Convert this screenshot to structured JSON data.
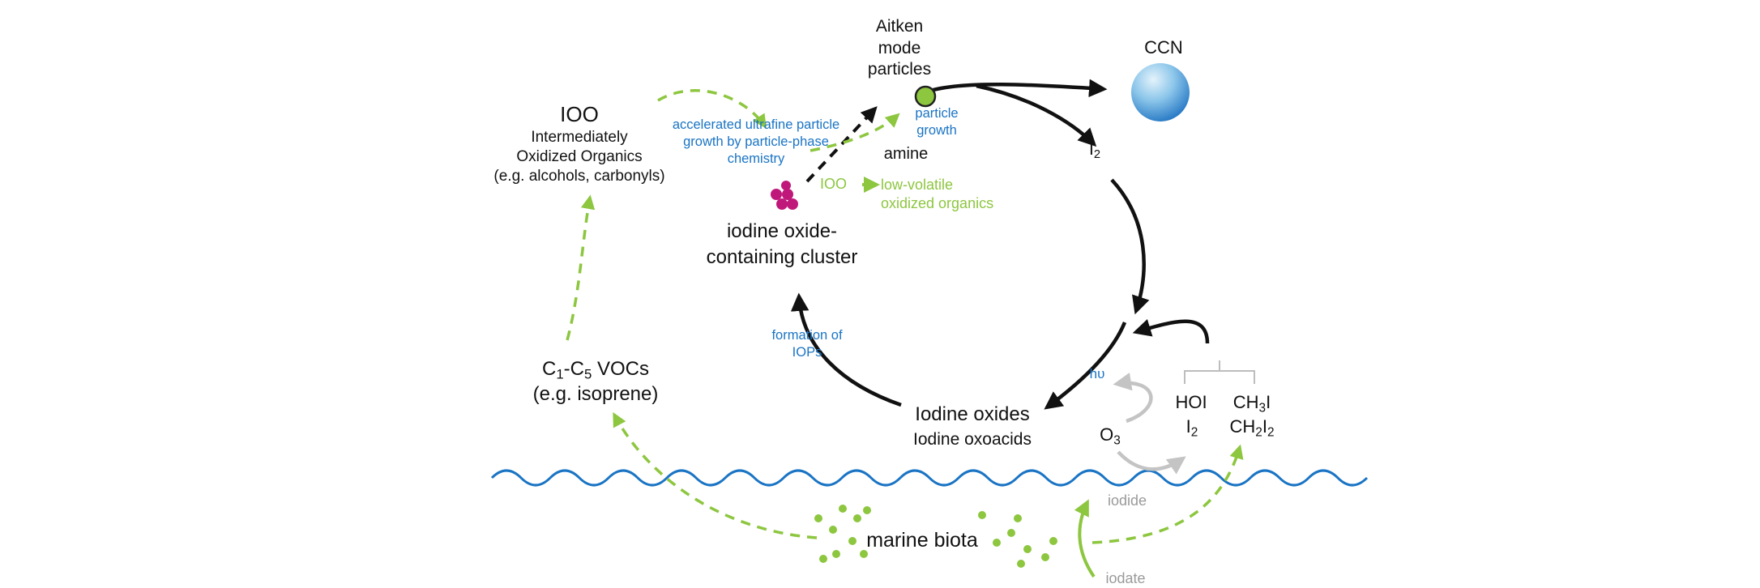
{
  "labels": {
    "aitken": [
      "Aitken",
      "mode",
      "particles"
    ],
    "ccn": "CCN",
    "ioo_title": "IOO",
    "ioo_lines": [
      "Intermediately",
      "Oxidized Organics",
      "(e.g. alcohols, carbonyls)"
    ],
    "accelerated": [
      "accelerated ultrafine particle",
      "growth by particle-phase",
      "chemistry"
    ],
    "particle_growth": [
      "particle",
      "growth"
    ],
    "amine": "amine",
    "ioo_arrow_left": "IOO",
    "ioo_arrow_right": [
      "low-volatile",
      "oxidized organics"
    ],
    "cluster": [
      "iodine oxide-",
      "containing cluster"
    ],
    "i2_ring": {
      "base": "I",
      "sub": "2"
    },
    "formation": [
      "formation of",
      "IOPs"
    ],
    "vocs_line1": {
      "a": "C",
      "a_sub": "1",
      "mid": "-C",
      "b_sub": "5",
      "rest": " VOCs"
    },
    "vocs_line2": "(e.g. isoprene)",
    "hv": "hυ",
    "iodine_oxides": "Iodine oxides",
    "iodine_oxoacids": "Iodine oxoacids",
    "o3": {
      "base": "O",
      "sub": "3"
    },
    "hoi": "HOI",
    "i2_sea": {
      "base": "I",
      "sub": "2"
    },
    "ch3i": {
      "a": "CH",
      "a_sub": "3",
      "b": "I"
    },
    "ch2i2": {
      "a": "CH",
      "a_sub": "2",
      "b": "I",
      "b_sub": "2"
    },
    "iodide": "iodide",
    "iodate": "iodate",
    "marine_biota": "marine biota"
  },
  "colors": {
    "black": "#111111",
    "blue": "#1a74c4",
    "green": "#8dc63f",
    "gray": "#bdbdbd",
    "cluster": "#c0187a",
    "ccn_light": "#cfe8f7",
    "ccn_dark": "#1a6fc0"
  }
}
